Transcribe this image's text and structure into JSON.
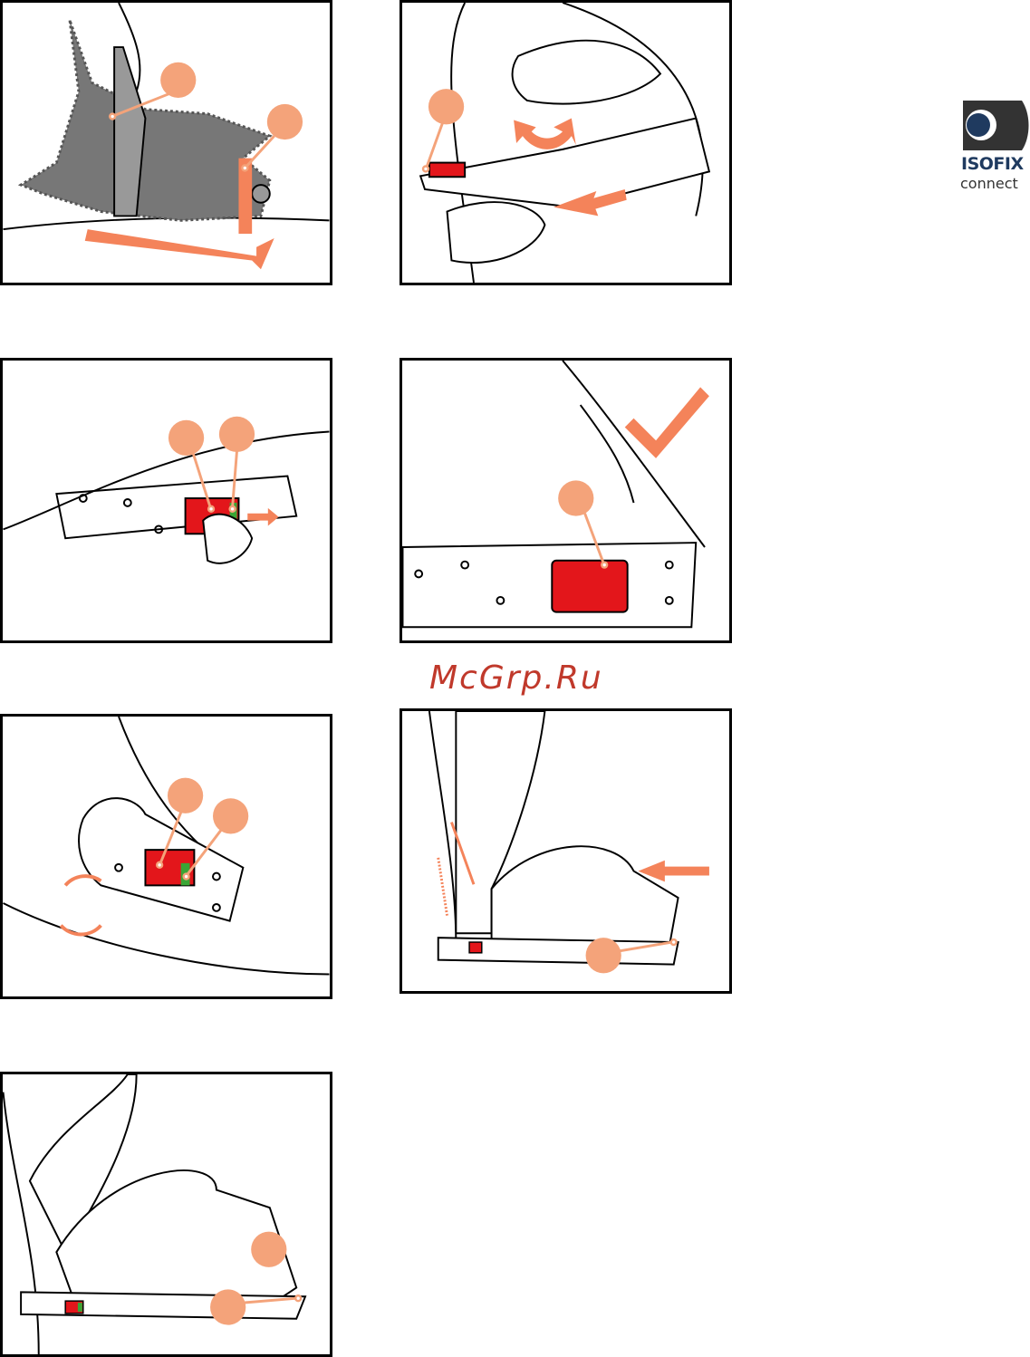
{
  "watermark": "McGrp.Ru",
  "logo": {
    "line1": "ISOFIX",
    "line2": "connect",
    "icon": "isofix-logo-icon"
  },
  "colors": {
    "callout": "#f4a37a",
    "arrow": "#f4835a",
    "indicator_red": "#e3161b",
    "indicator_green": "#3aa535",
    "logo_blue": "#1f3a5f",
    "watermark": "#c0392b"
  }
}
